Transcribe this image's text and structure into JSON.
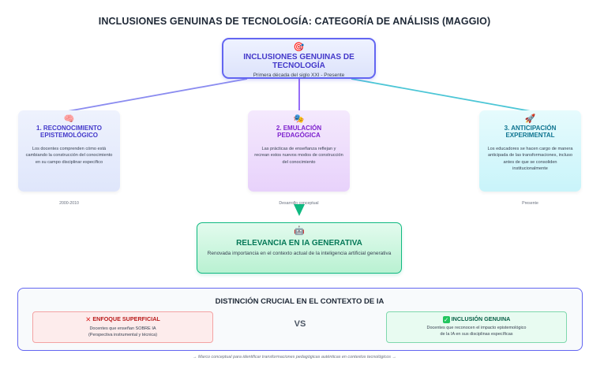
{
  "page_title": "INCLUSIONES GENUINAS DE TECNOLOGÍA: CATEGORÍA DE ANÁLISIS (MAGGIO)",
  "top_node": {
    "icon": "target-icon",
    "emoji": "🎯",
    "title": "INCLUSIONES GENUINAS DE TECNOLOGÍA",
    "subtitle": "Primera década del siglo XXI - Presente"
  },
  "categories": [
    {
      "icon": "brain-icon",
      "emoji": "🧠",
      "title": "1. RECONOCIMIENTO EPISTEMOLÓGICO",
      "description": "Los docentes comprenden cómo está cambiando la construcción del conocimiento en su campo disciplinar específico",
      "period": "2000-2010",
      "color": "#6366f1"
    },
    {
      "icon": "theater-masks-icon",
      "emoji": "🎭",
      "title": "2. EMULACIÓN PEDAGÓGICA",
      "description": "Las prácticas de enseñanza reflejan y recrean estos nuevos modos de construcción del conocimiento",
      "period": "Desarrollo conceptual",
      "color": "#a855f7"
    },
    {
      "icon": "rocket-icon",
      "emoji": "🚀",
      "title": "3. ANTICIPACIÓN EXPERIMENTAL",
      "description": "Los educadores se hacen cargo de manera anticipada de las transformaciones, incluso antes de que se consoliden institucionalmente",
      "period": "Presente",
      "color": "#06b6d4"
    }
  ],
  "relevance": {
    "icon": "robot-icon",
    "emoji": "🤖",
    "title": "RELEVANCIA EN IA GENERATIVA",
    "description": "Renovada importancia en el contexto actual de la inteligencia artificial generativa",
    "color": "#10b981"
  },
  "distinction": {
    "title": "DISTINCIÓN CRUCIAL EN EL CONTEXTO DE IA",
    "vs": "VS",
    "superficial": {
      "icon": "cross-icon",
      "mark": "✕",
      "title": "ENFOQUE SUPERFICIAL",
      "line1": "Docentes que enseñan SOBRE IA",
      "line2": "(Perspectiva instrumental y técnica)",
      "color": "#ef4444"
    },
    "genuine": {
      "icon": "check-icon",
      "mark": "✓",
      "title": "INCLUSIÓN GENUINA",
      "line1": "Docentes que reconocen el impacto epistemológico",
      "line2": "de la IA en sus disciplinas específicas",
      "color": "#22c55e"
    }
  },
  "footer_note": "→ Marco conceptual para identificar transformaciones pedagógicas auténticas en contextos tecnológicos →"
}
